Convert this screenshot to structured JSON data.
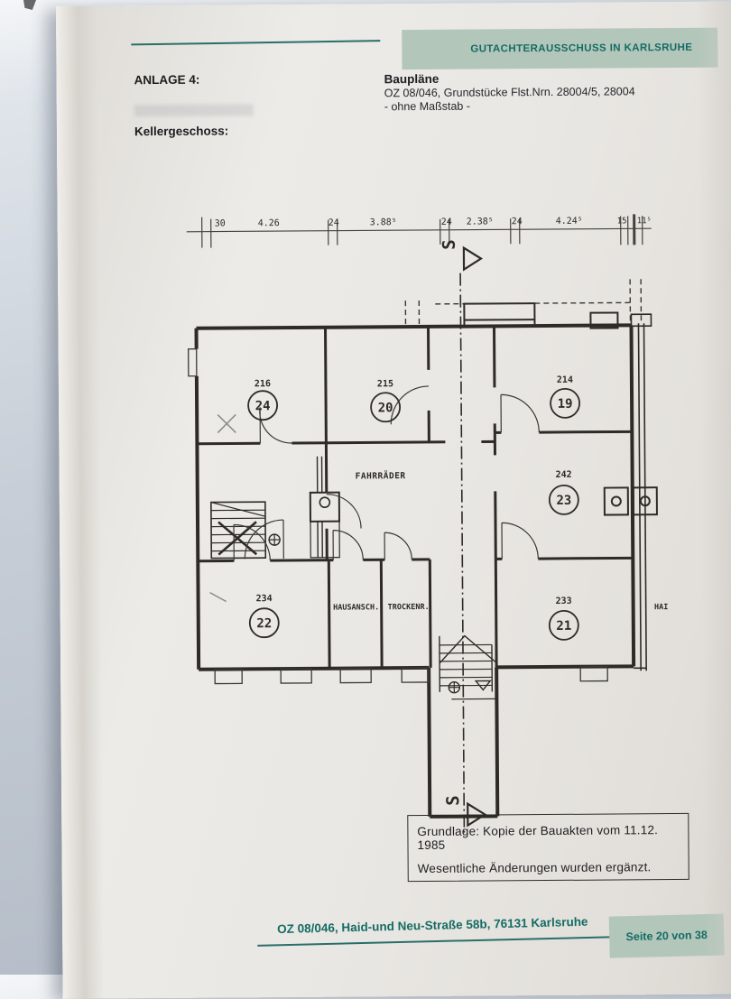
{
  "document": {
    "header_office": "GUTACHTERAUSSCHUSS IN KARLSRUHE",
    "anlage_label": "ANLAGE 4:",
    "title": "Baupläne",
    "subtitle": "OZ 08/046, Grundstücke Flst.Nrn. 28004/5, 28004",
    "scale_note": "- ohne Maßstab -",
    "floor_label": "Kellergeschoss:",
    "note_line1": "Grundlage: Kopie der Bauakten vom 11.12. 1985",
    "note_line2": "Wesentliche Änderungen wurden ergänzt.",
    "footer_address": "OZ 08/046, Haid-und Neu-Straße 58b, 76131 Karlsruhe",
    "footer_page": "Seite 20 von 38"
  },
  "plan": {
    "section_marker": "S",
    "dims": [
      "30",
      "4.26",
      "24",
      "3.88⁵",
      "24",
      "2.38⁵",
      "24",
      "4.24⁵",
      "15",
      "11⁵"
    ],
    "rooms": [
      {
        "number": "216",
        "tag": "24"
      },
      {
        "number": "215",
        "tag": "20"
      },
      {
        "number": "214",
        "tag": "19"
      },
      {
        "number": "242",
        "tag": "23"
      },
      {
        "number": "234",
        "tag": "22"
      },
      {
        "number": "233",
        "tag": "21"
      }
    ],
    "labels": {
      "bikes": "FAHRRÄDER",
      "house_connection": "HAUSANSCH.",
      "drying_room": "TROCKENR.",
      "cutoff_right": "HAI"
    }
  },
  "colors": {
    "teal_text": "#156b64",
    "band_green": "#b3c6ba",
    "plan_ink": "#2e2b26",
    "paper": "#e9e7e3"
  }
}
